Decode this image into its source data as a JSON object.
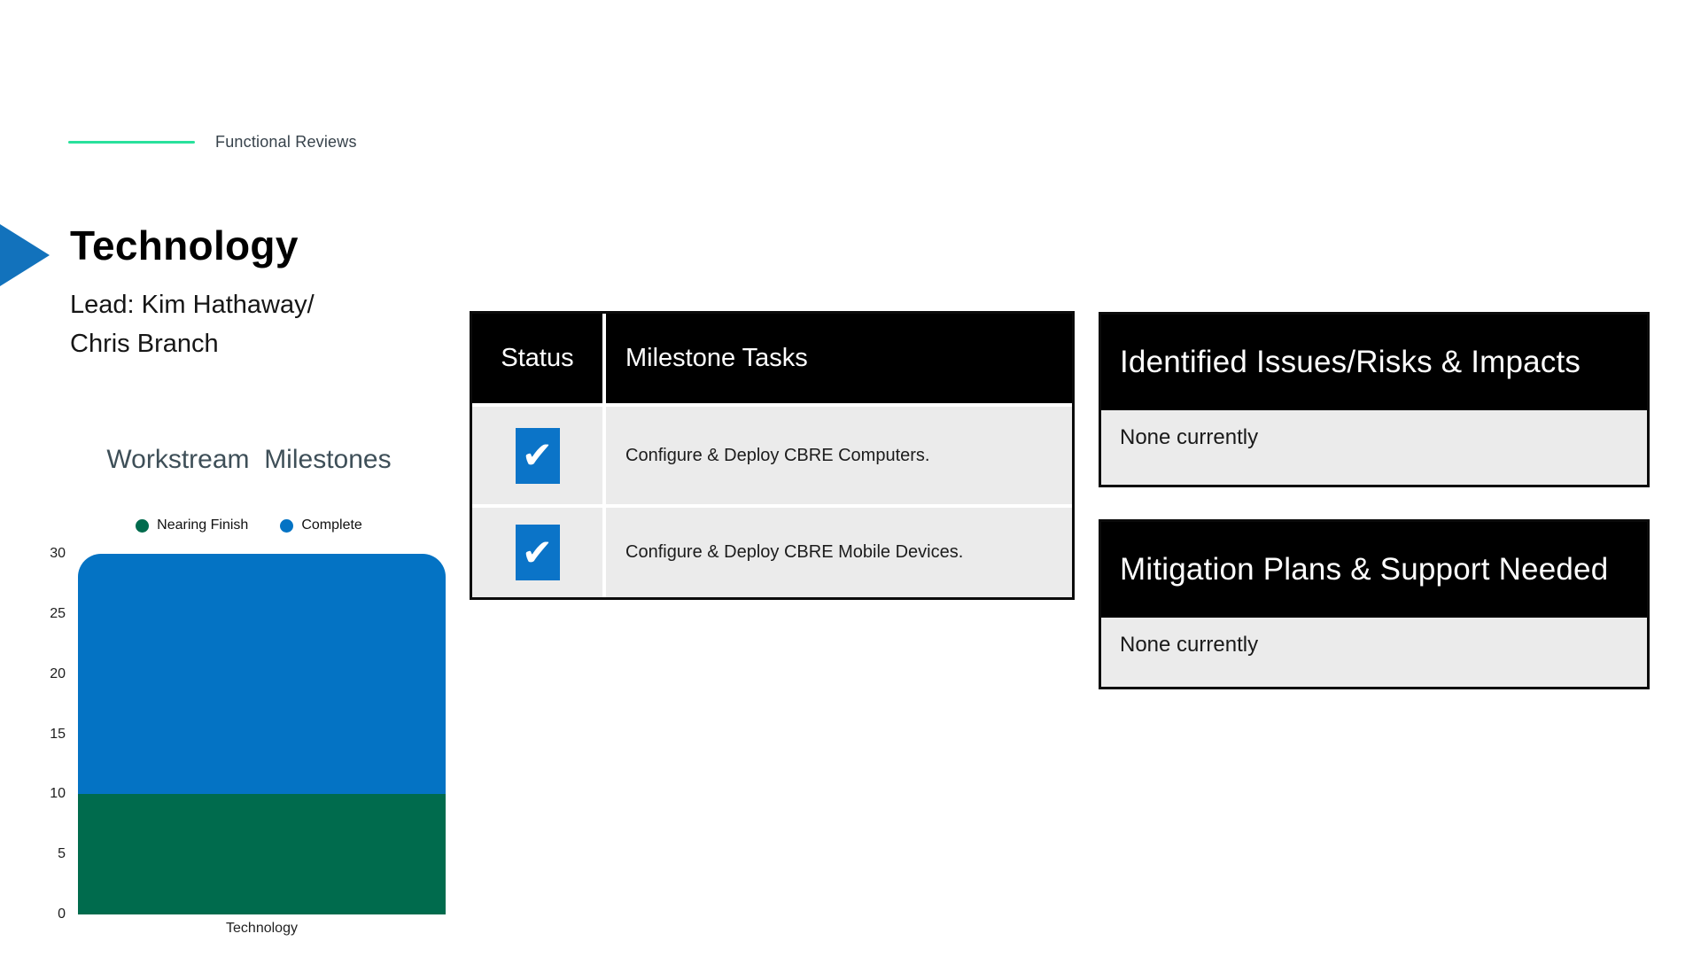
{
  "header": {
    "eyebrow": "Functional Reviews",
    "accent_line_color": "#29E19C",
    "arrow_color": "#1272BC",
    "title": "Technology",
    "lead_line1": "Lead: Kim Hathaway/",
    "lead_line2": "Chris Branch"
  },
  "chart_data": {
    "type": "bar",
    "stacked": true,
    "title": "Workstream  Milestones",
    "categories": [
      "Technology"
    ],
    "series": [
      {
        "name": "Nearing Finish",
        "color": "#006B4D",
        "values": [
          10
        ]
      },
      {
        "name": "Complete",
        "color": "#0473C4",
        "values": [
          20
        ]
      }
    ],
    "ylim": [
      0,
      30
    ],
    "yticks": [
      0,
      5,
      10,
      15,
      20,
      25,
      30
    ],
    "xlabel": "",
    "ylabel": "",
    "legend_position": "top",
    "grid": false,
    "title_color": "#3E4F58"
  },
  "milestones_table": {
    "columns": [
      "Status",
      "Milestone Tasks"
    ],
    "checkbox_color": "#0B74C8",
    "check_glyph": "✔",
    "rows": [
      {
        "status_checked": true,
        "task": "Configure & Deploy CBRE Computers."
      },
      {
        "status_checked": true,
        "task": "Configure & Deploy CBRE Mobile Devices."
      }
    ]
  },
  "issues_box": {
    "title": "Identified Issues/Risks & Impacts",
    "body": "None currently"
  },
  "mitigation_box": {
    "title": "Mitigation Plans & Support Needed",
    "body": "None currently"
  }
}
